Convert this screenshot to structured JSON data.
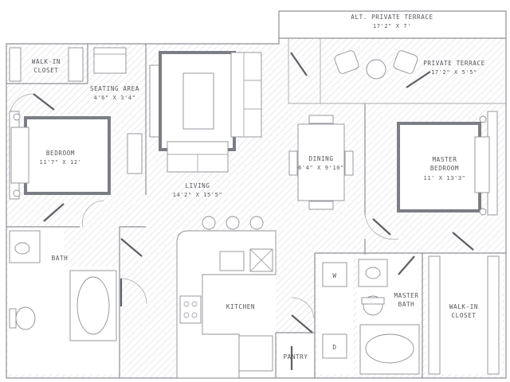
{
  "plan": {
    "rooms": [
      {
        "id": "alt-terrace",
        "name": "ALT. PRIVATE TERRACE",
        "size": "17'2\" X 7'"
      },
      {
        "id": "private-terrace",
        "name": "PRIVATE TERRACE",
        "size": "17'2\" X 5'5\""
      },
      {
        "id": "walk-in-closet-1",
        "name_lines": [
          "WALK-IN",
          "CLOSET"
        ]
      },
      {
        "id": "seating-area",
        "name": "SEATING AREA",
        "size": "4'6\" X 3'4\""
      },
      {
        "id": "bedroom",
        "name": "BEDROOM",
        "size": "11'7\" X 12'"
      },
      {
        "id": "living",
        "name": "LIVING",
        "size": "14'2\" X 15'5\""
      },
      {
        "id": "dining",
        "name": "DINING",
        "size": "6'4\" X 9'10\""
      },
      {
        "id": "master-bedroom",
        "name_lines": [
          "MASTER",
          "BEDROOM"
        ],
        "size": "11' X 13'3\""
      },
      {
        "id": "bath",
        "name": "BATH"
      },
      {
        "id": "kitchen",
        "name": "KITCHEN"
      },
      {
        "id": "pantry",
        "name": "PANTRY"
      },
      {
        "id": "master-bath",
        "name_lines": [
          "MASTER",
          "BATH"
        ]
      },
      {
        "id": "walk-in-closet-2",
        "name_lines": [
          "WALK-IN",
          "CLOSET"
        ]
      }
    ],
    "appliances": {
      "washer": "W",
      "dryer": "D"
    },
    "colors": {
      "wall": "#8d9096",
      "text": "#55565c",
      "hatch": "#c9ccd1"
    }
  }
}
